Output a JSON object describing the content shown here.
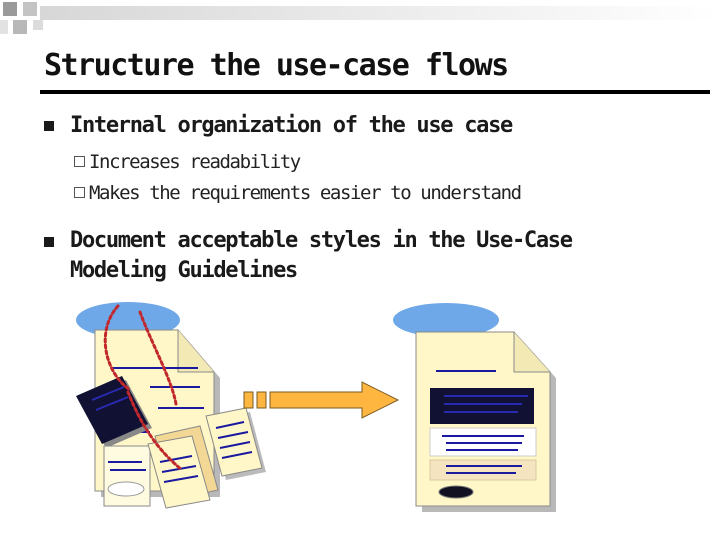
{
  "slide": {
    "title": "Structure the use-case flows",
    "bullets": [
      {
        "text": "Internal organization of the use case",
        "sub_items": [
          "Increases readability",
          "Makes the requirements easier to understand"
        ]
      },
      {
        "text_line1": "Document acceptable styles in the Use-Case",
        "text_line2": "Modeling Guidelines"
      }
    ]
  },
  "colors": {
    "document_fill": "#fff7c8",
    "document_shadow": "#b8b8b8",
    "ellipse_fill": "#6fa8e8",
    "flow_line": "#c0282c",
    "arrow_fill": "#ffb640",
    "text_lines": "#1a1aa0"
  }
}
